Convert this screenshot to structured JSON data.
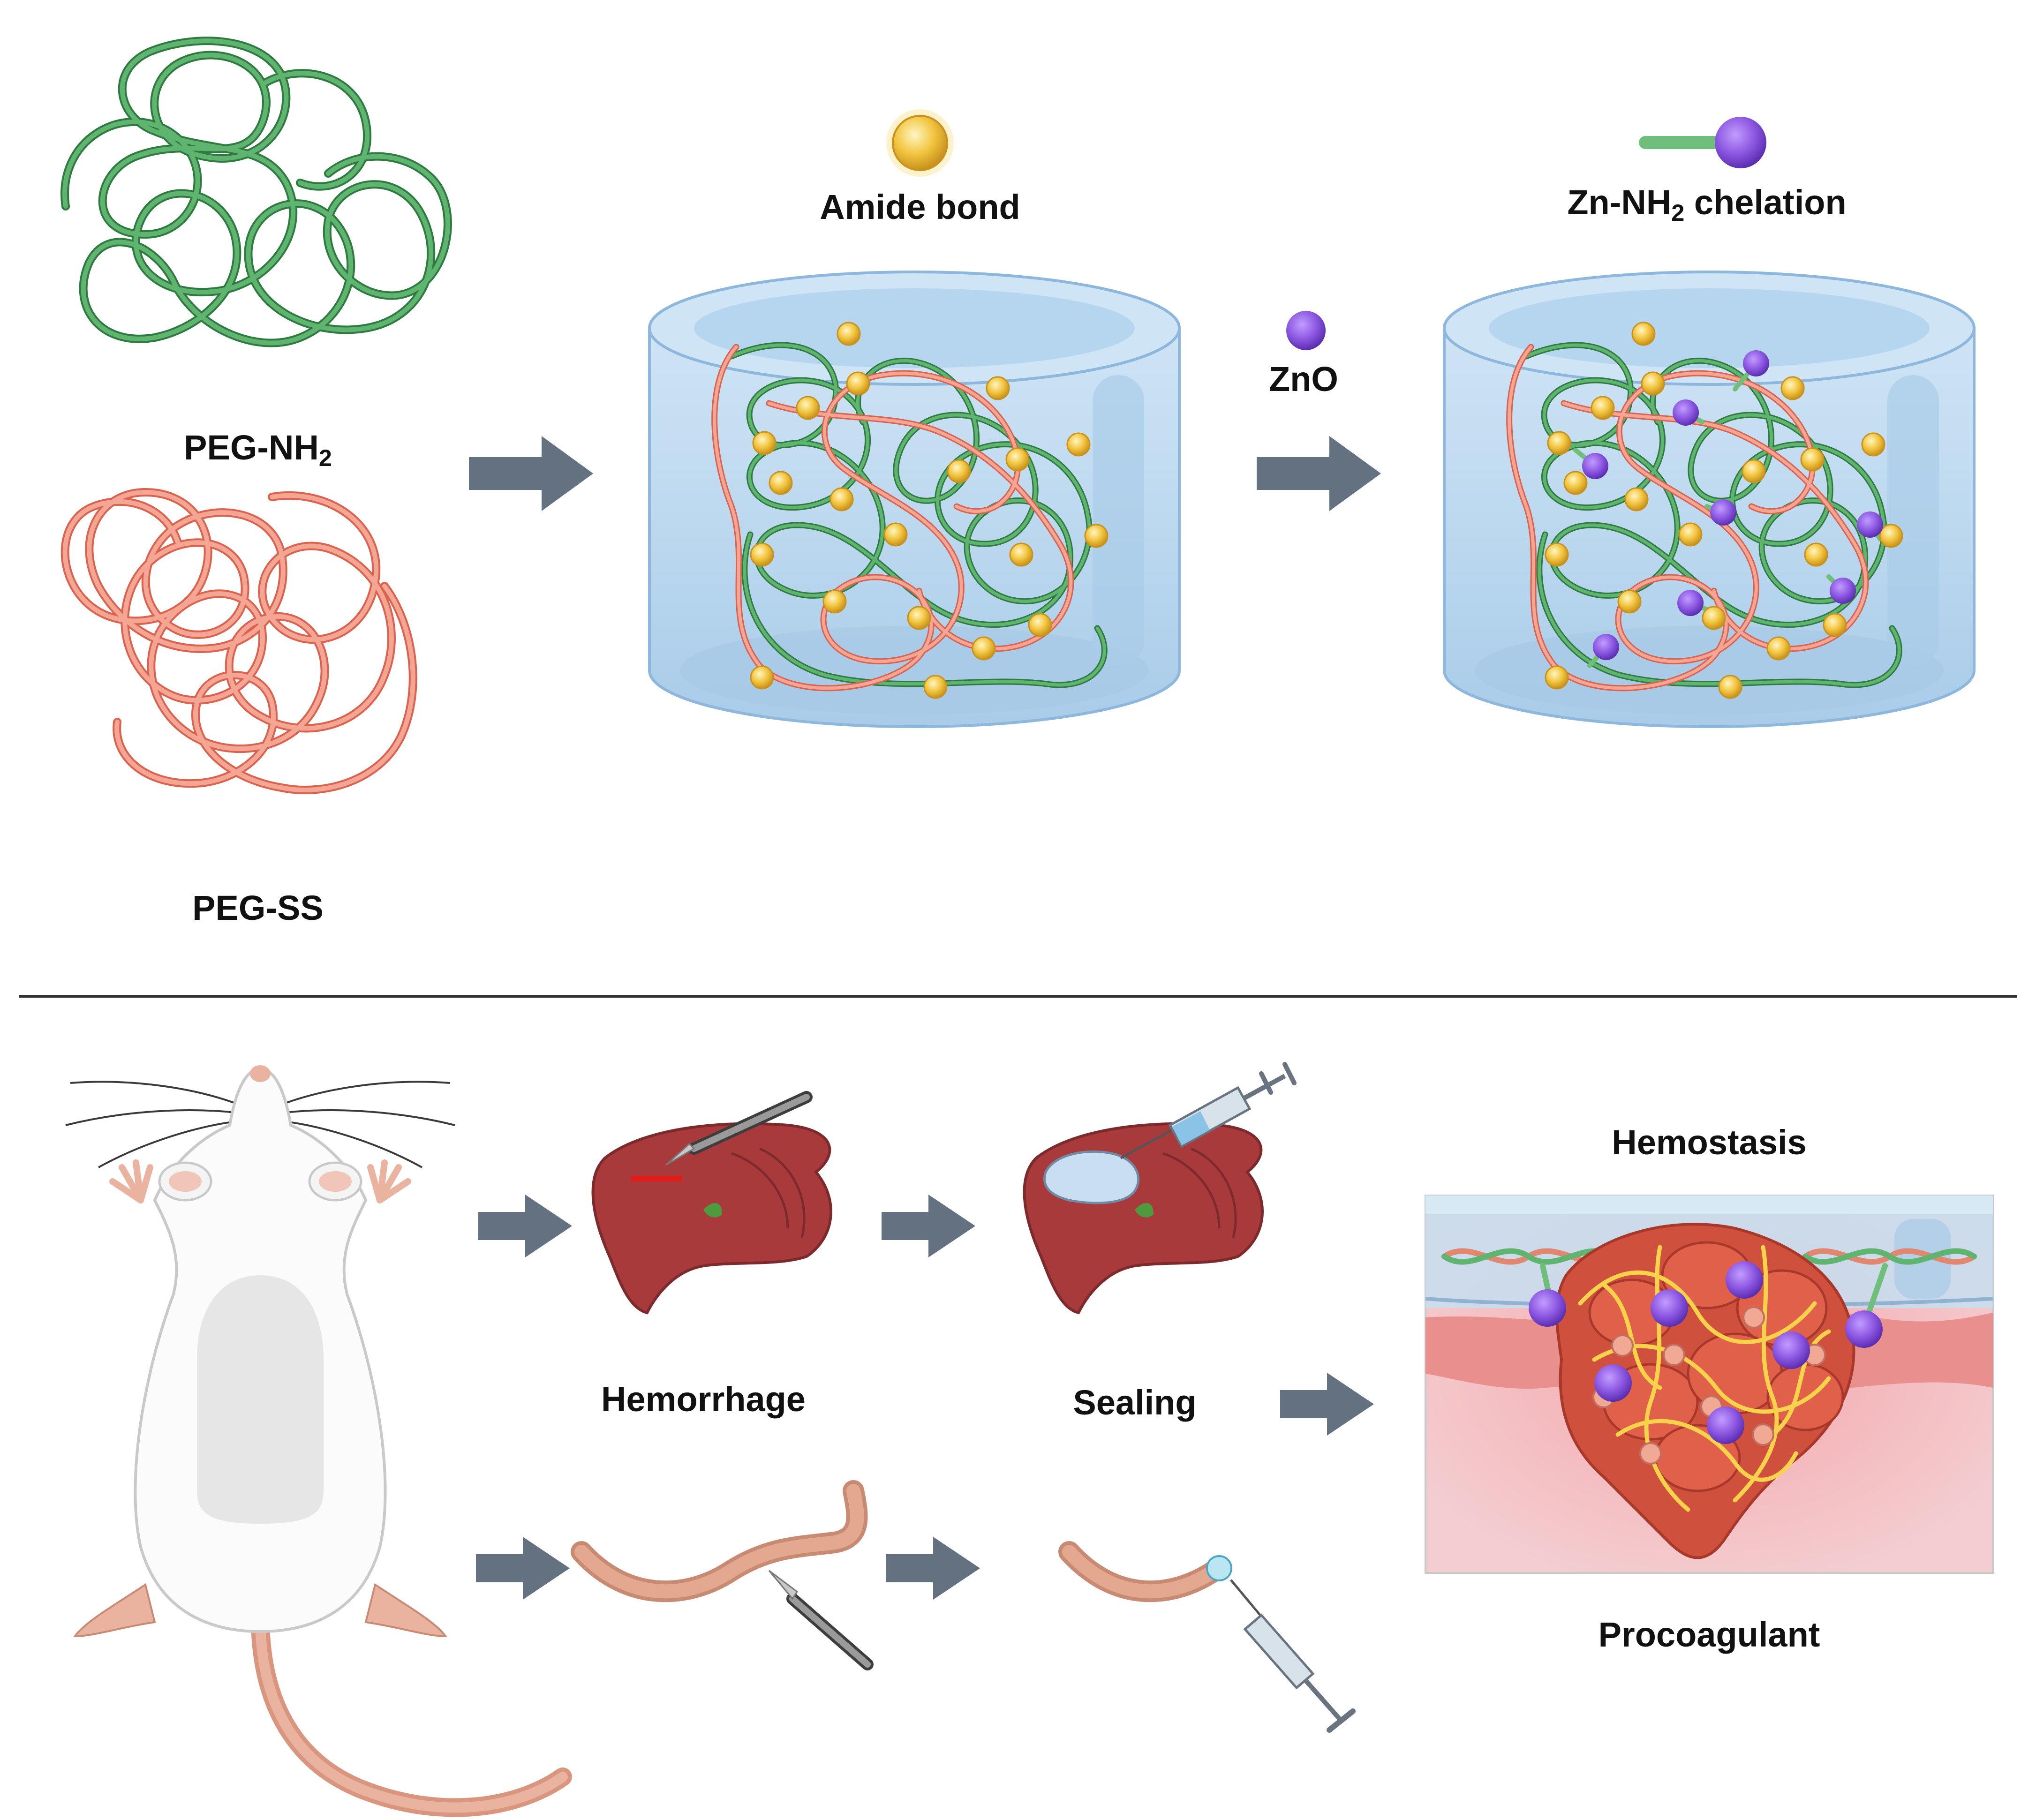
{
  "top": {
    "polymers": {
      "peg_nh2": {
        "label": "PEG-NH",
        "sub": "2"
      },
      "peg_ss": {
        "label": "PEG-SS"
      }
    },
    "amide_bond": {
      "label": "Amide bond"
    },
    "zno": {
      "label": "ZnO"
    },
    "chelation": {
      "label": "Zn-NH",
      "sub": "2",
      "suffix": " chelation"
    }
  },
  "bottom": {
    "hemorrhage": {
      "label": "Hemorrhage"
    },
    "sealing": {
      "label": "Sealing"
    },
    "hemostasis": {
      "label": "Hemostasis"
    },
    "procoagulant": {
      "label": "Procoagulant"
    }
  },
  "colors": {
    "peg_nh2": "#3a8f4c",
    "peg_ss": "#ec8a76",
    "amide": "#f2c540",
    "zinc": "#8a55e0",
    "arrow": "#637180",
    "gel": "#b8d6ee",
    "liver": "#a83a3c",
    "tail": "#dd9f87",
    "clot": "#d0503e",
    "skin": "#f3c6c8"
  },
  "icons": {
    "amide": "gold-sphere-icon",
    "zno": "purple-sphere-icon",
    "chelation": "stick-and-ball-icon",
    "rat": "rat-icon",
    "liver": "liver-icon",
    "scalpel": "scalpel-icon",
    "syringe": "syringe-icon",
    "tail": "rat-tail-icon"
  }
}
